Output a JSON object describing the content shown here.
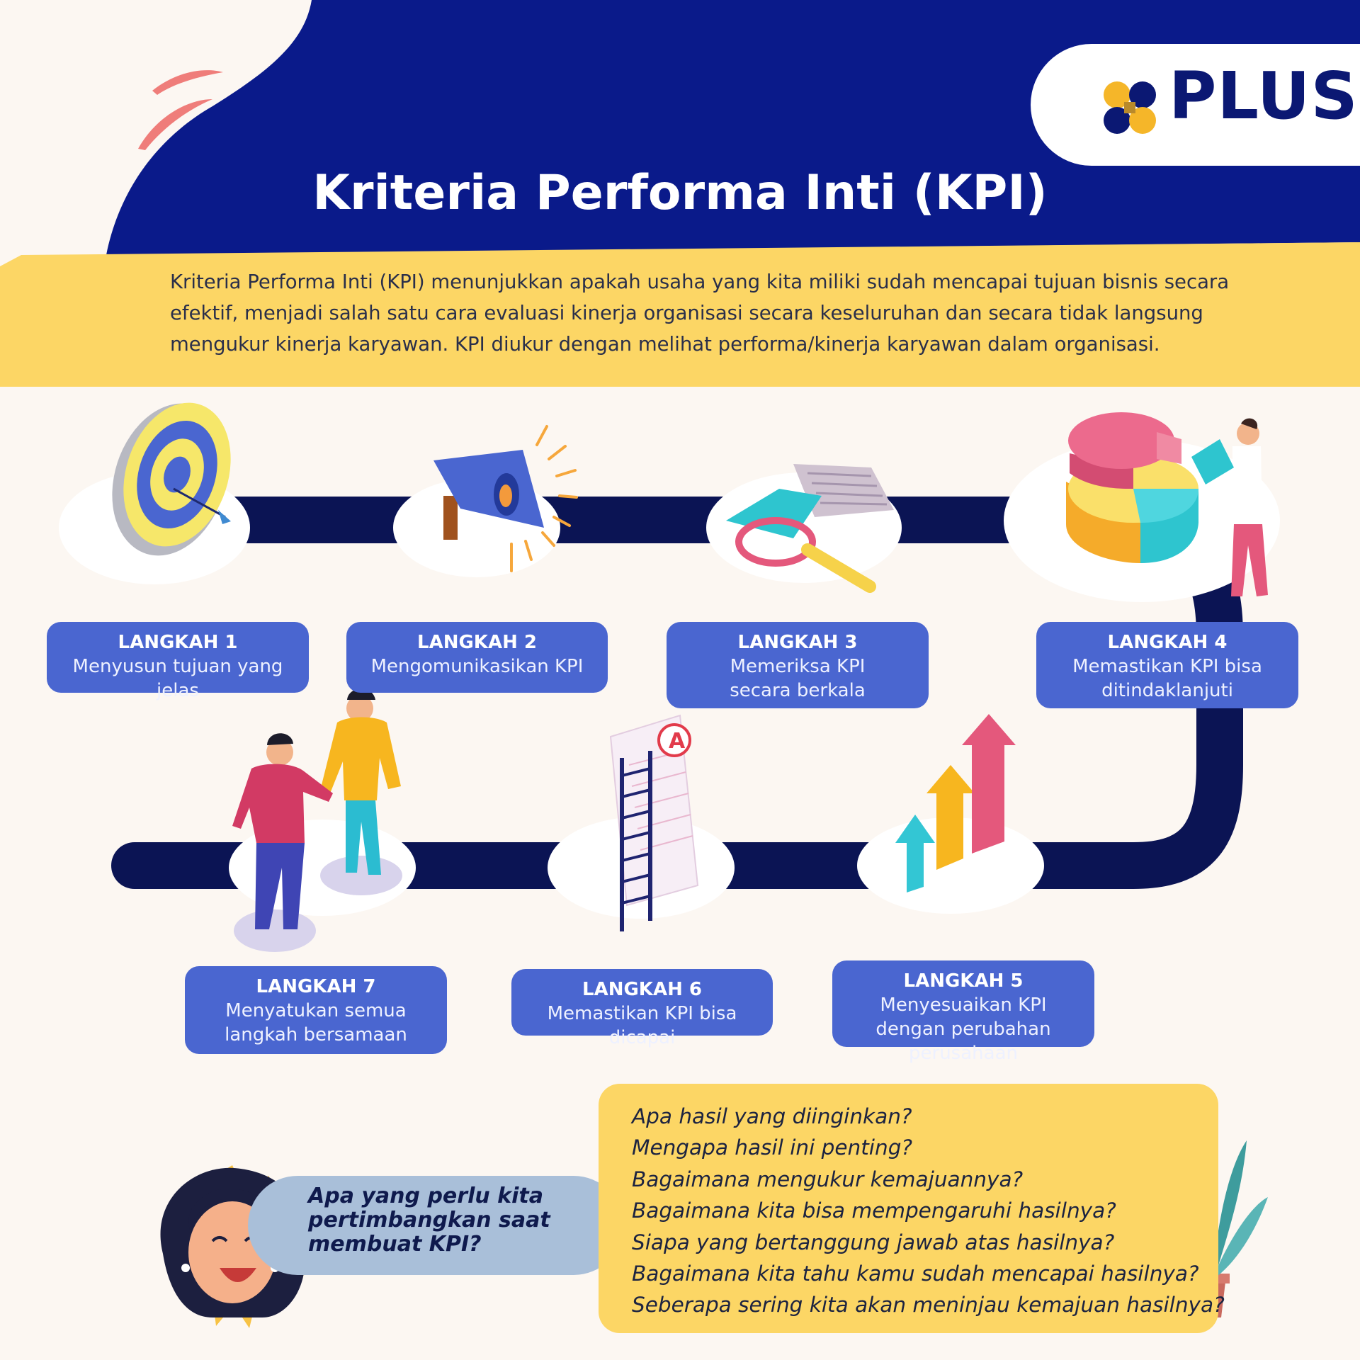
{
  "brand": {
    "name": "PLUS"
  },
  "title": "Kriteria Performa Inti (KPI)",
  "intro": {
    "lines": [
      "Kriteria Performa Inti (KPI) menunjukkan apakah usaha yang kita miliki sudah mencapai tujuan bisnis secara",
      "efektif, menjadi  salah satu cara evaluasi kinerja organisasi secara keseluruhan dan secara tidak langsung",
      "mengukur kinerja karyawan. KPI diukur dengan melihat performa/kinerja karyawan dalam organisasi."
    ]
  },
  "steps": [
    {
      "title": "LANGKAH 1",
      "desc": "Menyusun tujuan yang jelas",
      "icon": "target-icon"
    },
    {
      "title": "LANGKAH 2",
      "desc": "Mengomunikasikan KPI",
      "icon": "megaphone-icon"
    },
    {
      "title": "LANGKAH 3",
      "desc": "Memeriksa KPI secara berkala",
      "icon": "magnifier-document-icon"
    },
    {
      "title": "LANGKAH 4",
      "desc": "Memastikan KPI bisa ditindaklanjuti",
      "icon": "pie-chart-person-icon"
    },
    {
      "title": "LANGKAH 5",
      "desc": "Menyesuaikan KPI dengan perubahan perusahaan",
      "icon": "growth-arrows-icon"
    },
    {
      "title": "LANGKAH 6",
      "desc": "Memastikan KPI bisa dicapai",
      "icon": "ladder-grade-icon"
    },
    {
      "title": "LANGKAH 7",
      "desc": "Menyatukan semua langkah bersamaan",
      "icon": "handshake-people-icon"
    }
  ],
  "prompt": {
    "lines": [
      "Apa yang perlu kita",
      "pertimbangkan saat",
      "membuat KPI?"
    ]
  },
  "questions": [
    "Apa hasil yang diinginkan?",
    "Mengapa hasil ini penting?",
    "Bagaimana mengukur kemajuannya?",
    "Bagaimana kita bisa mempengaruhi hasilnya?",
    "Siapa yang bertanggung jawab atas hasilnya?",
    "Bagaimana kita tahu kamu sudah mencapai hasilnya?",
    "Seberapa sering kita akan meninjau kemajuan hasilnya?"
  ],
  "colors": {
    "navy": "#0a1a8a",
    "road": "#0b1454",
    "yellow": "#fcd665",
    "step_box": "#4a66d0",
    "bubble": "#a9bfd9",
    "background": "#fcf7f2"
  }
}
